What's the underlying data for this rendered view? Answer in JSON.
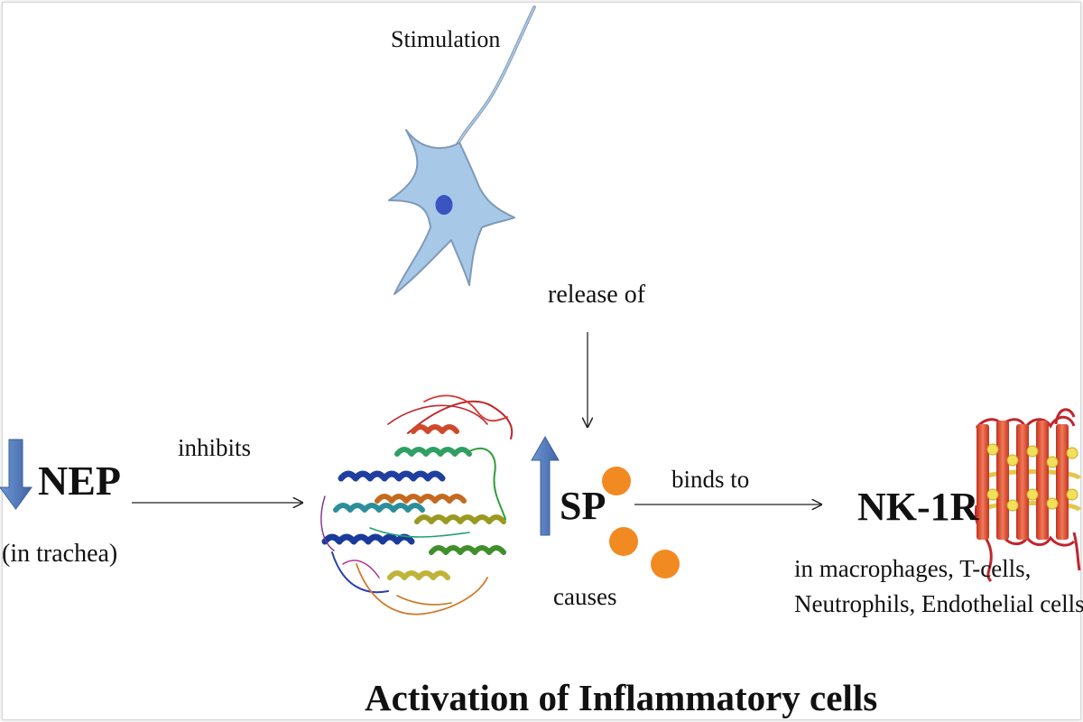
{
  "figure": {
    "stimulation_label": "Stimulation",
    "release_label": "release of",
    "inhibits_label": "inhibits",
    "nep_label": "NEP",
    "nep_location": "(in trachea)",
    "sp_label": "SP",
    "binds_label": "binds to",
    "causes_label": "causes",
    "receptor_label": "NK-1R",
    "receptor_cells_line1": "in macrophages, T-cells,",
    "receptor_cells_line2": "Neutrophils, Endothelial cells",
    "title": "Activation of Inflammatory cells"
  },
  "colors": {
    "neuron_fill": "#a8c8e8",
    "neuron_nucleus": "#3a54c0",
    "status_arrow": "#4a72b4",
    "sp_molecule": "#f28a22",
    "receptor_helix": "#e2503a",
    "receptor_bead": "#f3e05a"
  },
  "icons": {
    "neuron": "neuron-icon",
    "nep_decrease": "arrow-down-icon",
    "nep_protein": "nep-protein-ribbon-icon",
    "sp_increase": "arrow-up-icon",
    "sp_molecules": "substance-p-molecule-icon",
    "receptor": "nk1-receptor-icon"
  }
}
